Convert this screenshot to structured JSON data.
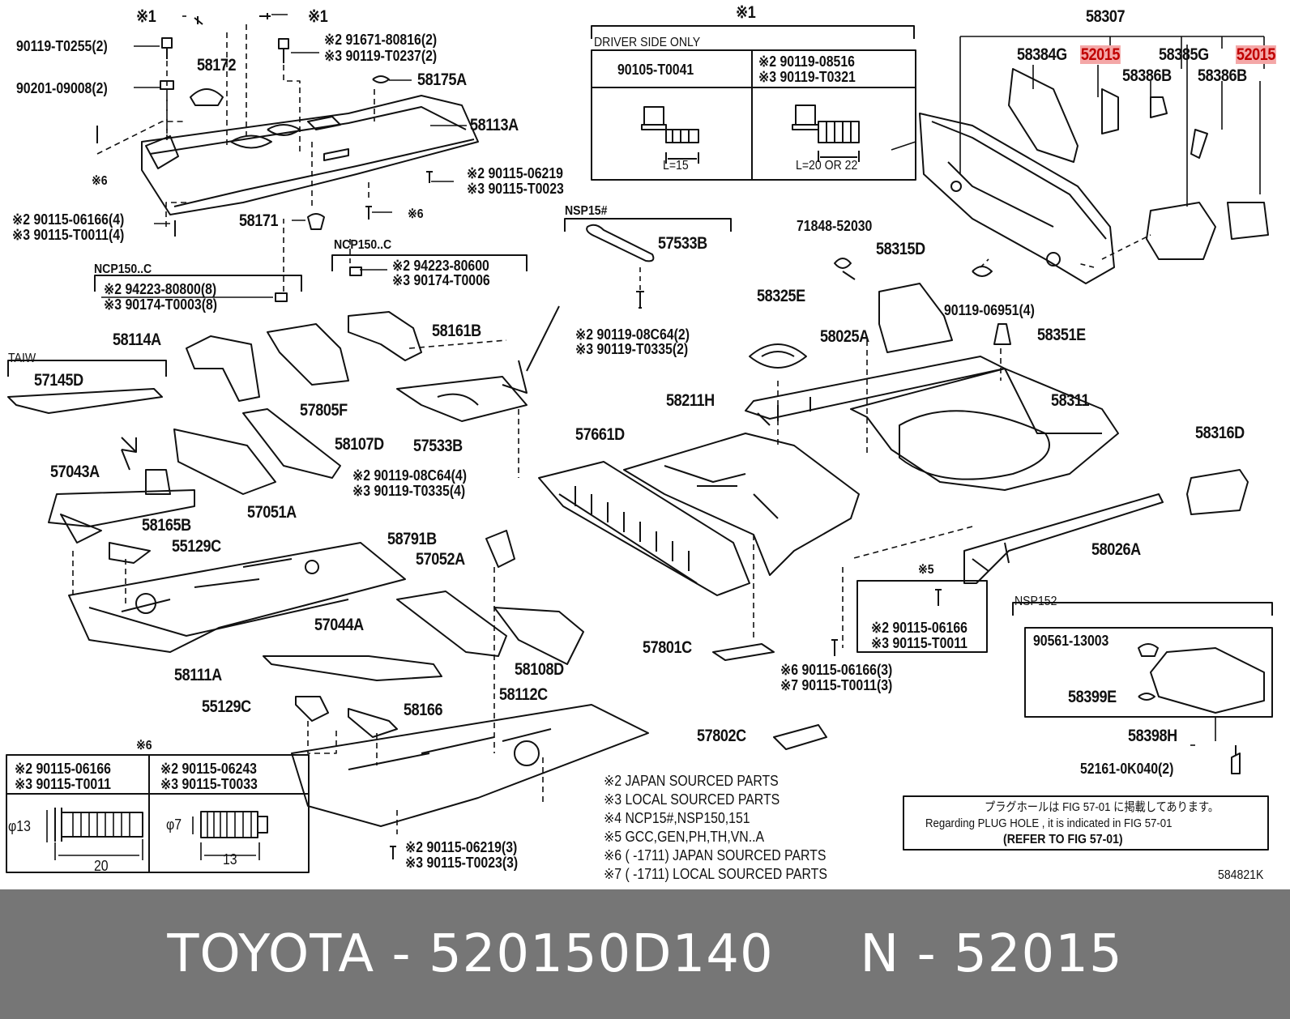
{
  "footer": {
    "brand": "TOYOTA",
    "sep": " - ",
    "part_number": "520150D140",
    "n_label": "N - 52015"
  },
  "diagram_id": "584821K",
  "highlight_color": "#f4a7a7",
  "labels": {
    "x1a": "※1",
    "x1b": "※1",
    "x1c": "※1",
    "b90119t0255": "90119-T0255(2)",
    "b90201": "90201-09008(2)",
    "p58172": "58172",
    "b91671": "※2 91671-80816(2)",
    "b90119t0237": "※3 90119-T0237(2)",
    "p58175a": "58175A",
    "p58113a": "58113A",
    "x6a": "※6",
    "b90115_06219": "※2 90115-06219",
    "b90115_t0023": "※3 90115-T0023",
    "x6b": "※6",
    "b90115_06166_4": "※2 90115-06166(4)",
    "b90115_t0011_4": "※3 90115-T0011(4)",
    "p58171": "58171",
    "ncp150c_1": "NCP150..C",
    "ncp150c_2": "NCP150..C",
    "b94223_80600": "※2 94223-80600",
    "b90174_t0006": "※3 90174-T0006",
    "b94223_80800": "※2 94223-80800(8)",
    "b90174_t0003": "※3 90174-T0003(8)",
    "driver_only": "DRIVER SIDE ONLY",
    "d_90105": "90105-T0041",
    "d_90119_08516": "※2 90119-08516",
    "d_90119_t0321": "※3 90119-T0321",
    "d_l15": "L=15",
    "d_l20": "L=20 OR 22",
    "nsp15": "NSP15#",
    "p57533b_1": "57533B",
    "b90119_08c64_2": "※2 90119-08C64(2)",
    "b90119_t0335_2": "※3 90119-T0335(2)",
    "p58307": "58307",
    "p58384g": "58384G",
    "p52015_1": "52015",
    "p58385g": "58385G",
    "p52015_2": "52015",
    "p58386b_1": "58386B",
    "p58386b_2": "58386B",
    "p71848": "71848-52030",
    "p58315d": "58315D",
    "b90119_06951": "90119-06951(4)",
    "p58325e": "58325E",
    "p58351e": "58351E",
    "p58025a": "58025A",
    "p58161b": "58161B",
    "p58114a": "58114A",
    "taiw": "TAIW",
    "p57145d": "57145D",
    "p57805f": "57805F",
    "p57533b_2": "57533B",
    "p58107d": "58107D",
    "b90119_08c64_4": "※2 90119-08C64(4)",
    "b90119_t0335_4": "※3 90119-T0335(4)",
    "p57043a": "57043A",
    "p57051a": "57051A",
    "p58165b": "58165B",
    "p55129c_1": "55129C",
    "p58211h": "58211H",
    "p57661d": "57661D",
    "p58311": "58311",
    "p58316d": "58316D",
    "p58026a": "58026A",
    "p58791b": "58791B",
    "p57052a": "57052A",
    "p58111a": "58111A",
    "p57044a": "57044A",
    "p58108d": "58108D",
    "p57801c": "57801C",
    "x5": "※5",
    "b5_06166": "※2 90115-06166",
    "b5_t0011": "※3 90115-T0011",
    "b6_06166": "※6 90115-06166(3)",
    "b7_t0011": "※7 90115-T0011(3)",
    "nsp152": "NSP152",
    "b90561": "90561-13003",
    "p58399e": "58399E",
    "p58398h": "58398H",
    "b52161": "52161-0K040(2)",
    "p55129c_2": "55129C",
    "p58166": "58166",
    "p58112c": "58112C",
    "p57802c": "57802C",
    "x6c": "※6",
    "s_06166": "※2 90115-06166",
    "s_t0011": "※3 90115-T0011",
    "s_06243": "※2 90115-06243",
    "s_t0033": "※3 90115-T0033",
    "s_phi13": "φ13",
    "s_phi7": "φ7",
    "s_20": "20",
    "s_13": "13",
    "b_06219_3": "※2 90115-06219(3)",
    "b_t0023_3": "※3 90115-T0023(3)",
    "legend": [
      "※2 JAPAN SOURCED PARTS",
      "※3 LOCAL SOURCED PARTS",
      "※4 NCP15#,NSP150,151",
      "※5 GCC,GEN,PH,TH,VN..A",
      "※6 (      -1711) JAPAN SOURCED PARTS",
      "※7 (      -1711) LOCAL SOURCED PARTS"
    ],
    "note_jp": "プラグホールは FIG 57-01 に掲載してあります。",
    "note_en": "Regarding  PLUG  HOLE , it is indicated in  FIG  57-01",
    "note_ref": "(REFER  TO  FIG  57-01)"
  }
}
